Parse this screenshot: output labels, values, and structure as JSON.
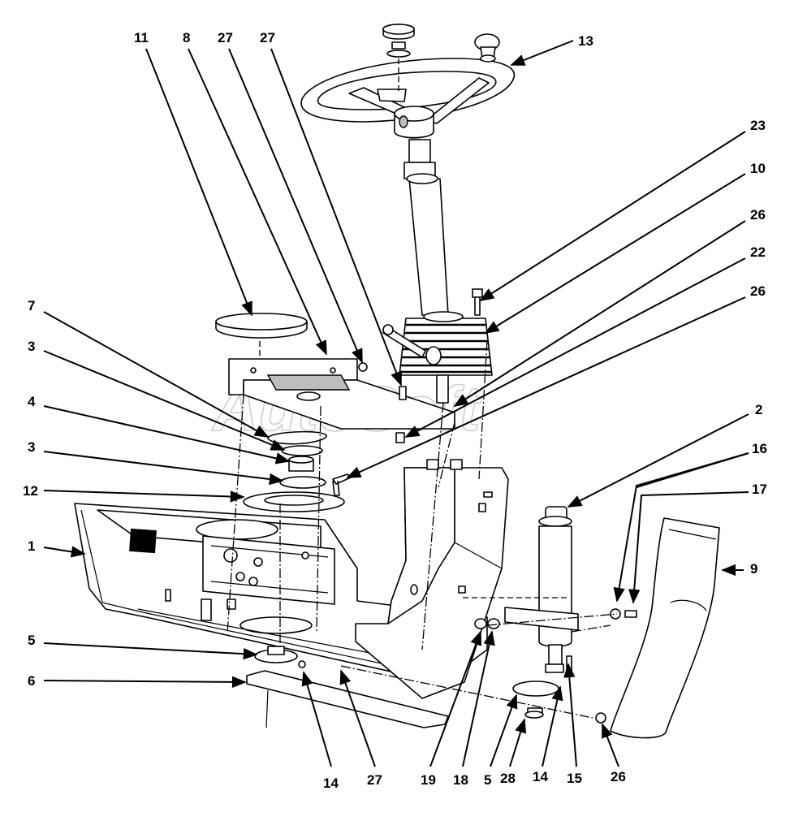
{
  "watermark": "AutoSoft",
  "callouts": [
    {
      "label": "11"
    },
    {
      "label": "8"
    },
    {
      "label": "27"
    },
    {
      "label": "27"
    },
    {
      "label": "13"
    },
    {
      "label": "23"
    },
    {
      "label": "10"
    },
    {
      "label": "26"
    },
    {
      "label": "22"
    },
    {
      "label": "26"
    },
    {
      "label": "7"
    },
    {
      "label": "3"
    },
    {
      "label": "4"
    },
    {
      "label": "3"
    },
    {
      "label": "12"
    },
    {
      "label": "1"
    },
    {
      "label": "5"
    },
    {
      "label": "6"
    },
    {
      "label": "2"
    },
    {
      "label": "16"
    },
    {
      "label": "17"
    },
    {
      "label": "9"
    },
    {
      "label": "14"
    },
    {
      "label": "27"
    },
    {
      "label": "19"
    },
    {
      "label": "18"
    },
    {
      "label": "5"
    },
    {
      "label": "28"
    },
    {
      "label": "14"
    },
    {
      "label": "15"
    },
    {
      "label": "26"
    }
  ]
}
